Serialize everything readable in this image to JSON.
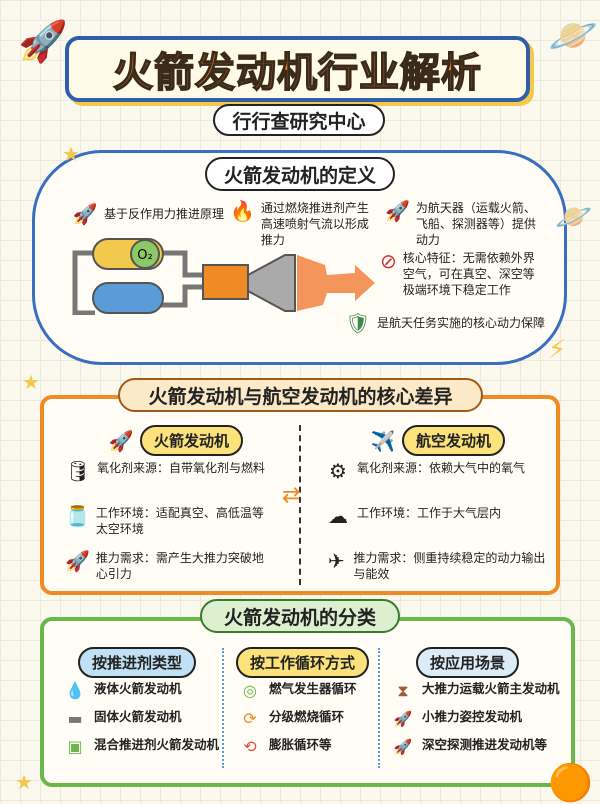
{
  "title": "火箭发动机行业解析",
  "subtitle": "行行查研究中心",
  "definition": {
    "heading": "火箭发动机的定义",
    "points": [
      "基于反作用力推进原理",
      "通过燃烧推进剂产生高速喷射气流以形成推力",
      "为航天器（运载火箭、飞船、探测器等）提供动力",
      "核心特征：无需依赖外界空气，可在真空、深空等极端环境下稳定工作",
      "是航天任务实施的核心动力保障"
    ],
    "o2_label": "O₂"
  },
  "comparison": {
    "heading": "火箭发动机与航空发动机的核心差异",
    "rocket": {
      "label": "火箭发动机",
      "items": [
        "氧化剂来源：自带氧化剂与燃料",
        "工作环境：适配真空、高低温等太空环境",
        "推力需求：需产生大推力突破地心引力"
      ]
    },
    "aero": {
      "label": "航空发动机",
      "items": [
        "氧化剂来源：依赖大气中的氧气",
        "工作环境：工作于大气层内",
        "推力需求：侧重持续稳定的动力输出与能效"
      ]
    }
  },
  "classification": {
    "heading": "火箭发动机的分类",
    "columns": [
      {
        "label": "按推进剂类型",
        "color": "#bfe0f5",
        "items": [
          "液体火箭发动机",
          "固体火箭发动机",
          "混合推进剂火箭发动机"
        ]
      },
      {
        "label": "按工作循环方式",
        "color": "#fbe27a",
        "items": [
          "燃气发生器循环",
          "分级燃烧循环",
          "膨胀循环等"
        ]
      },
      {
        "label": "按应用场景",
        "color": "#dcecf7",
        "items": [
          "大推力运载火箭主发动机",
          "小推力姿控发动机",
          "深空探测推进发动机等"
        ]
      }
    ]
  }
}
